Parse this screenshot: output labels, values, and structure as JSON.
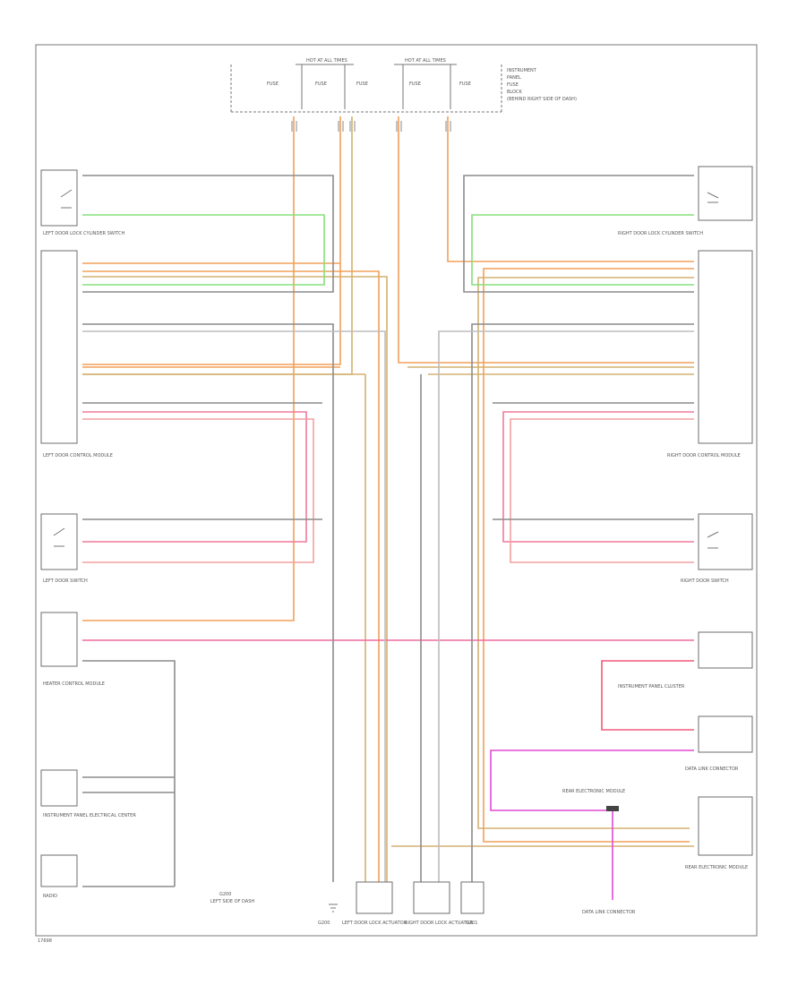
{
  "fuse_box": {
    "hot_left": "HOT AT ALL TIMES",
    "hot_right": "HOT AT ALL TIMES",
    "fuse_1": "FUSE",
    "fuse_2": "FUSE",
    "fuse_3": "FUSE",
    "fuse_4": "FUSE",
    "fuse_5": "FUSE",
    "panel_lines": [
      "INSTRUMENT",
      "PANEL",
      "FUSE",
      "BLOCK",
      "(BEHIND RIGHT SIDE OF DASH)"
    ]
  },
  "left_components": {
    "door_lock_switch": "LEFT DOOR LOCK CYLINDER SWITCH",
    "door_control": "LEFT DOOR CONTROL MODULE",
    "door_switch": "LEFT DOOR SWITCH",
    "heater_module": "HEATER CONTROL MODULE",
    "ipc_module": "INSTRUMENT PANEL ELECTRICAL CENTER",
    "radio": "RADIO",
    "ground_left": "G200",
    "ground_label": "LEFT SIDE OF DASH"
  },
  "right_components": {
    "door_lock_switch": "RIGHT DOOR LOCK CYLINDER SWITCH",
    "door_control": "RIGHT DOOR CONTROL MODULE",
    "door_switch": "RIGHT DOOR SWITCH",
    "ipc_module": "INSTRUMENT PANEL CLUSTER",
    "data_link": "DATA LINK CONNECTOR",
    "rear_module_1": "REAR ELECTRONIC MODULE",
    "rear_module_2": "REAR ELECTRONIC MODULE",
    "diag_connector": "DATA LINK CONNECTOR"
  },
  "bottom_components": {
    "left_ground": "G200",
    "left_door_lock": "LEFT DOOR LOCK ACTUATOR",
    "right_door_lock": "RIGHT DOOR LOCK ACTUATOR",
    "right_ground": "G201",
    "diag_connector": "DATA LINK CONNECTOR"
  },
  "colors": {
    "orange": "#f2a05a",
    "tan": "#d4b070",
    "green": "#86e07a",
    "pink": "#f07a9a",
    "magenta": "#e04ad6",
    "gray": "#8c8c8c"
  },
  "page_code": "17698"
}
